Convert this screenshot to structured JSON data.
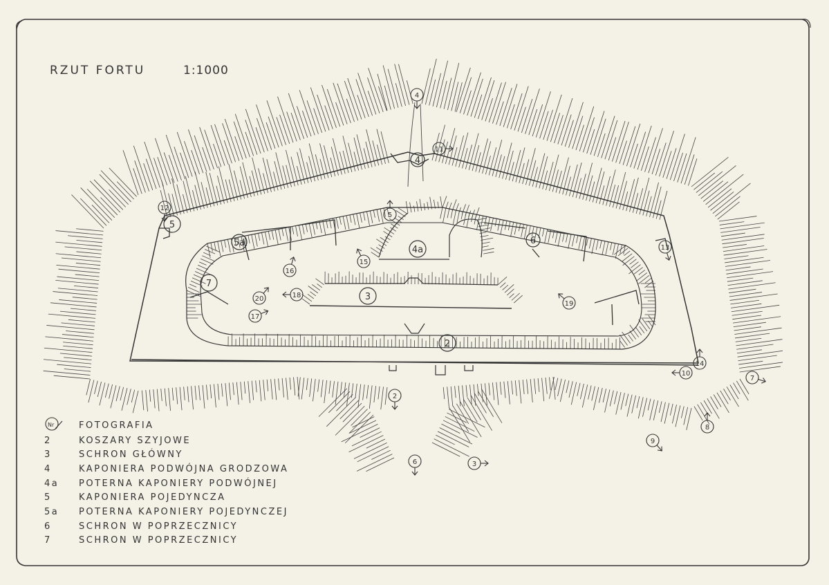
{
  "title": "RZUT FORTU",
  "scale": "1:1000",
  "fort_labels": {
    "barracks": "2",
    "main_shelter": "3",
    "double_caponier": "4",
    "double_caponier_postern": "4a",
    "single_caponier": "5",
    "single_caponier_postern": "5a",
    "shelter_6": "6",
    "shelter_7": "7"
  },
  "photo_markers": [
    "2",
    "3",
    "4",
    "5",
    "6",
    "7",
    "8",
    "9",
    "10",
    "11",
    "12",
    "13",
    "14",
    "15",
    "16",
    "17",
    "18",
    "19",
    "20"
  ],
  "legend": {
    "symbol_label": "Nr",
    "items": [
      {
        "key": "",
        "label": "FOTOGRAFIA"
      },
      {
        "key": "2",
        "label": "KOSZARY SZYJOWE"
      },
      {
        "key": "3",
        "label": "SCHRON GŁÓWNY"
      },
      {
        "key": "4",
        "label": "KAPONIERA PODWÓJNA GRODZOWA"
      },
      {
        "key": "4a",
        "label": "POTERNA KAPONIERY PODWÓJNEJ"
      },
      {
        "key": "5",
        "label": "KAPONIERA POJEDYNCZA"
      },
      {
        "key": "5a",
        "label": "POTERNA KAPONIERY POJEDYNCZEJ"
      },
      {
        "key": "6",
        "label": "SCHRON W POPRZECZNICY"
      },
      {
        "key": "7",
        "label": "SCHRON W POPRZECZNICY"
      }
    ]
  }
}
